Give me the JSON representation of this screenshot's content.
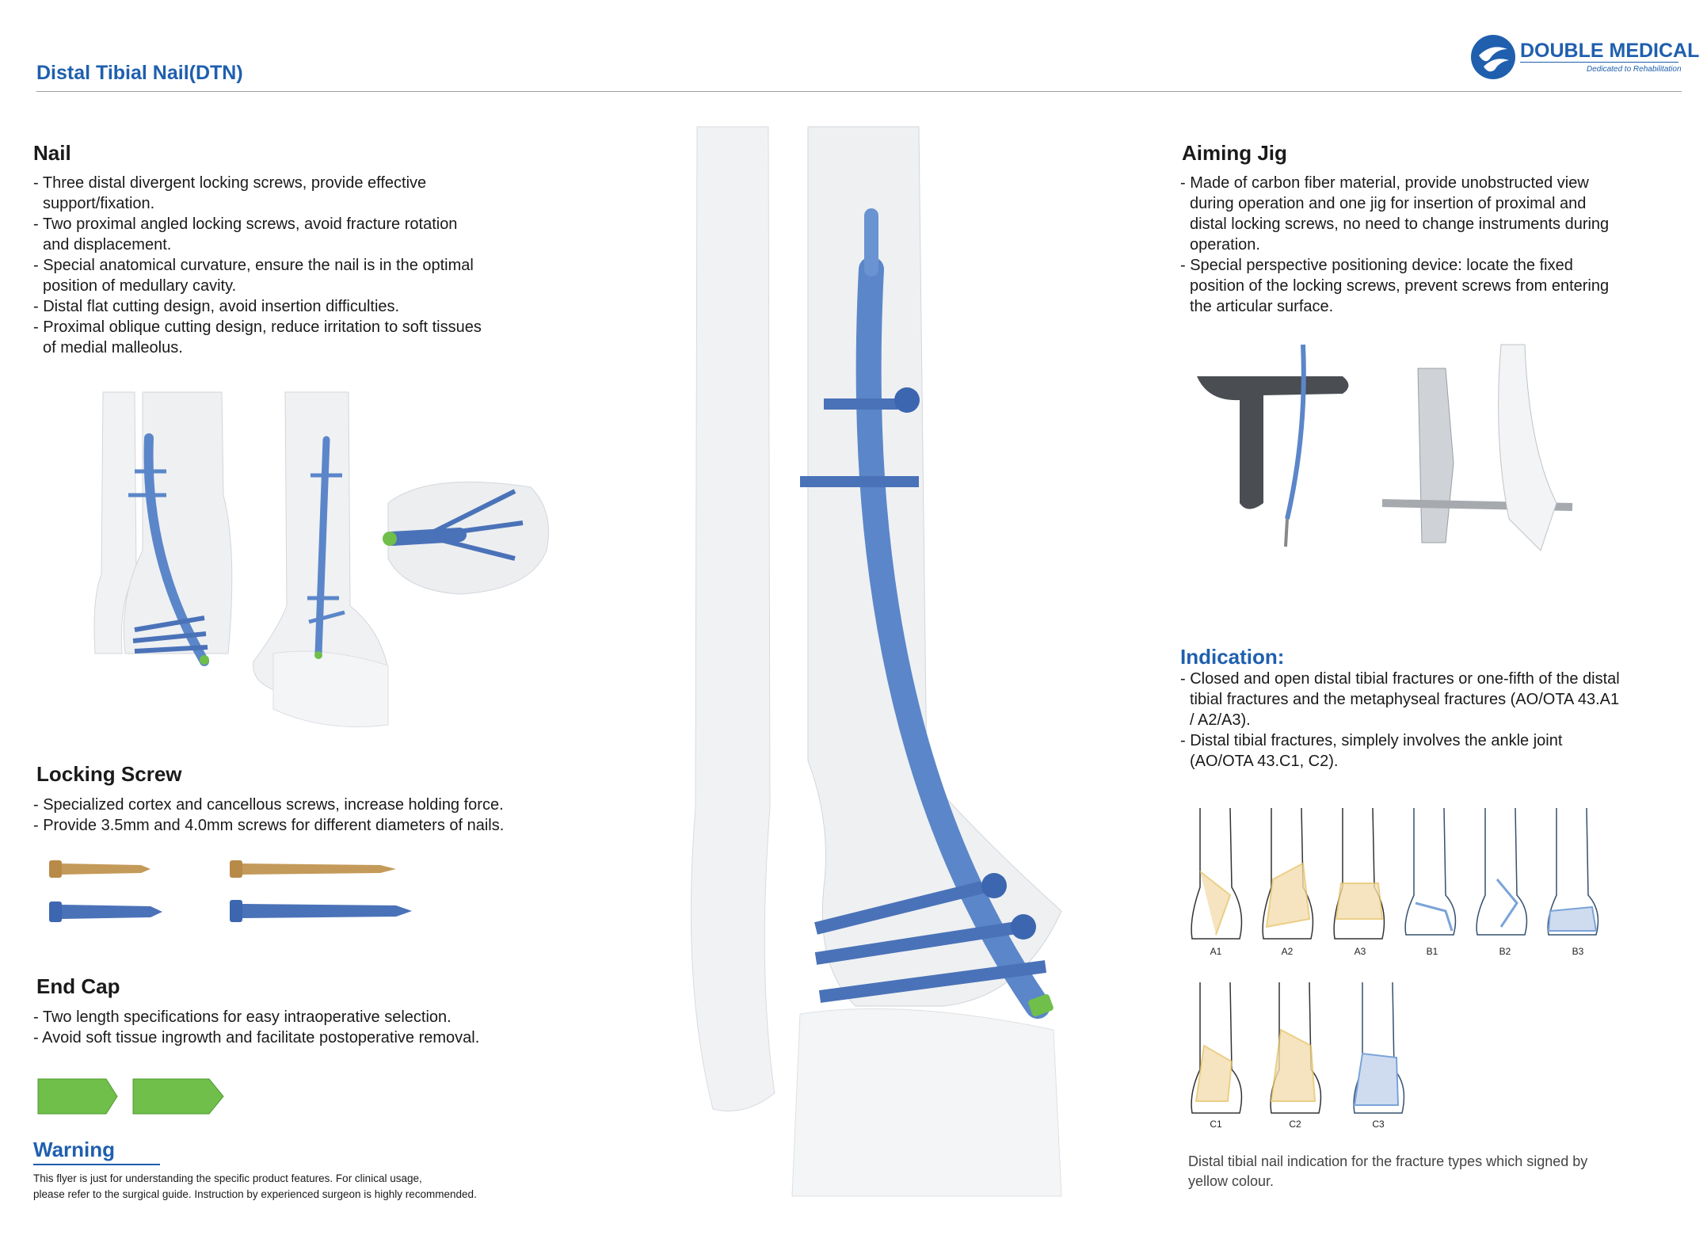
{
  "header": {
    "title": "Distal Tibial Nail(DTN)",
    "brand_name": "DOUBLE MEDICAL",
    "brand_tagline": "Dedicated to Rehabilitation"
  },
  "nail": {
    "heading": "Nail",
    "bullets": [
      "Three distal divergent locking screws, provide effective support/fixation.",
      "Two proximal angled locking screws, avoid fracture rotation and displacement.",
      "Special anatomical curvature, ensure the nail is in the optimal position of medullary cavity.",
      "Distal flat cutting design, avoid insertion difficulties.",
      "Proximal oblique cutting design, reduce irritation to soft tissues of medial malleolus."
    ]
  },
  "locking_screw": {
    "heading": "Locking Screw",
    "bullets": [
      "Specialized cortex and cancellous screws, increase holding force.",
      "Provide 3.5mm and 4.0mm screws for different diameters of nails."
    ]
  },
  "end_cap": {
    "heading": "End Cap",
    "bullets": [
      "Two length specifications for easy intraoperative selection.",
      "Avoid soft tissue ingrowth and facilitate postoperative removal."
    ]
  },
  "warning": {
    "heading": "Warning",
    "line1": "This flyer is just for understanding the specific product features. For clinical usage,",
    "line2": "please refer to the surgical guide. Instruction by experienced surgeon is highly recommended."
  },
  "aiming_jig": {
    "heading": "Aiming Jig",
    "bullets": [
      "Made of carbon fiber material, provide unobstructed view during operation and one jig for insertion of proximal and distal locking screws, no need to change instruments during operation.",
      "Special perspective positioning device: locate the fixed position of the locking screws, prevent screws from entering the articular surface."
    ]
  },
  "indication": {
    "heading": "Indication:",
    "bullets": [
      "Closed and open distal tibial fractures or one-fifth of the distal tibial fractures and the metaphyseal fractures (AO/OTA 43.A1 / A2/A3).",
      "Distal tibial fractures, simplely involves the ankle joint (AO/OTA 43.C1, C2)."
    ],
    "fracture_labels": [
      "A1",
      "A2",
      "A3",
      "B1",
      "B2",
      "B3",
      "C1",
      "C2",
      "C3"
    ],
    "caption": "Distal tibial nail indication for the fracture types which signed by yellow colour."
  },
  "colors": {
    "brand_blue": "#1f5fae",
    "nail_blue": "#5b86c9",
    "screw_gold": "#c49a5a",
    "cap_green": "#6fbf4a",
    "indication_yellow": "#e7c46a"
  }
}
